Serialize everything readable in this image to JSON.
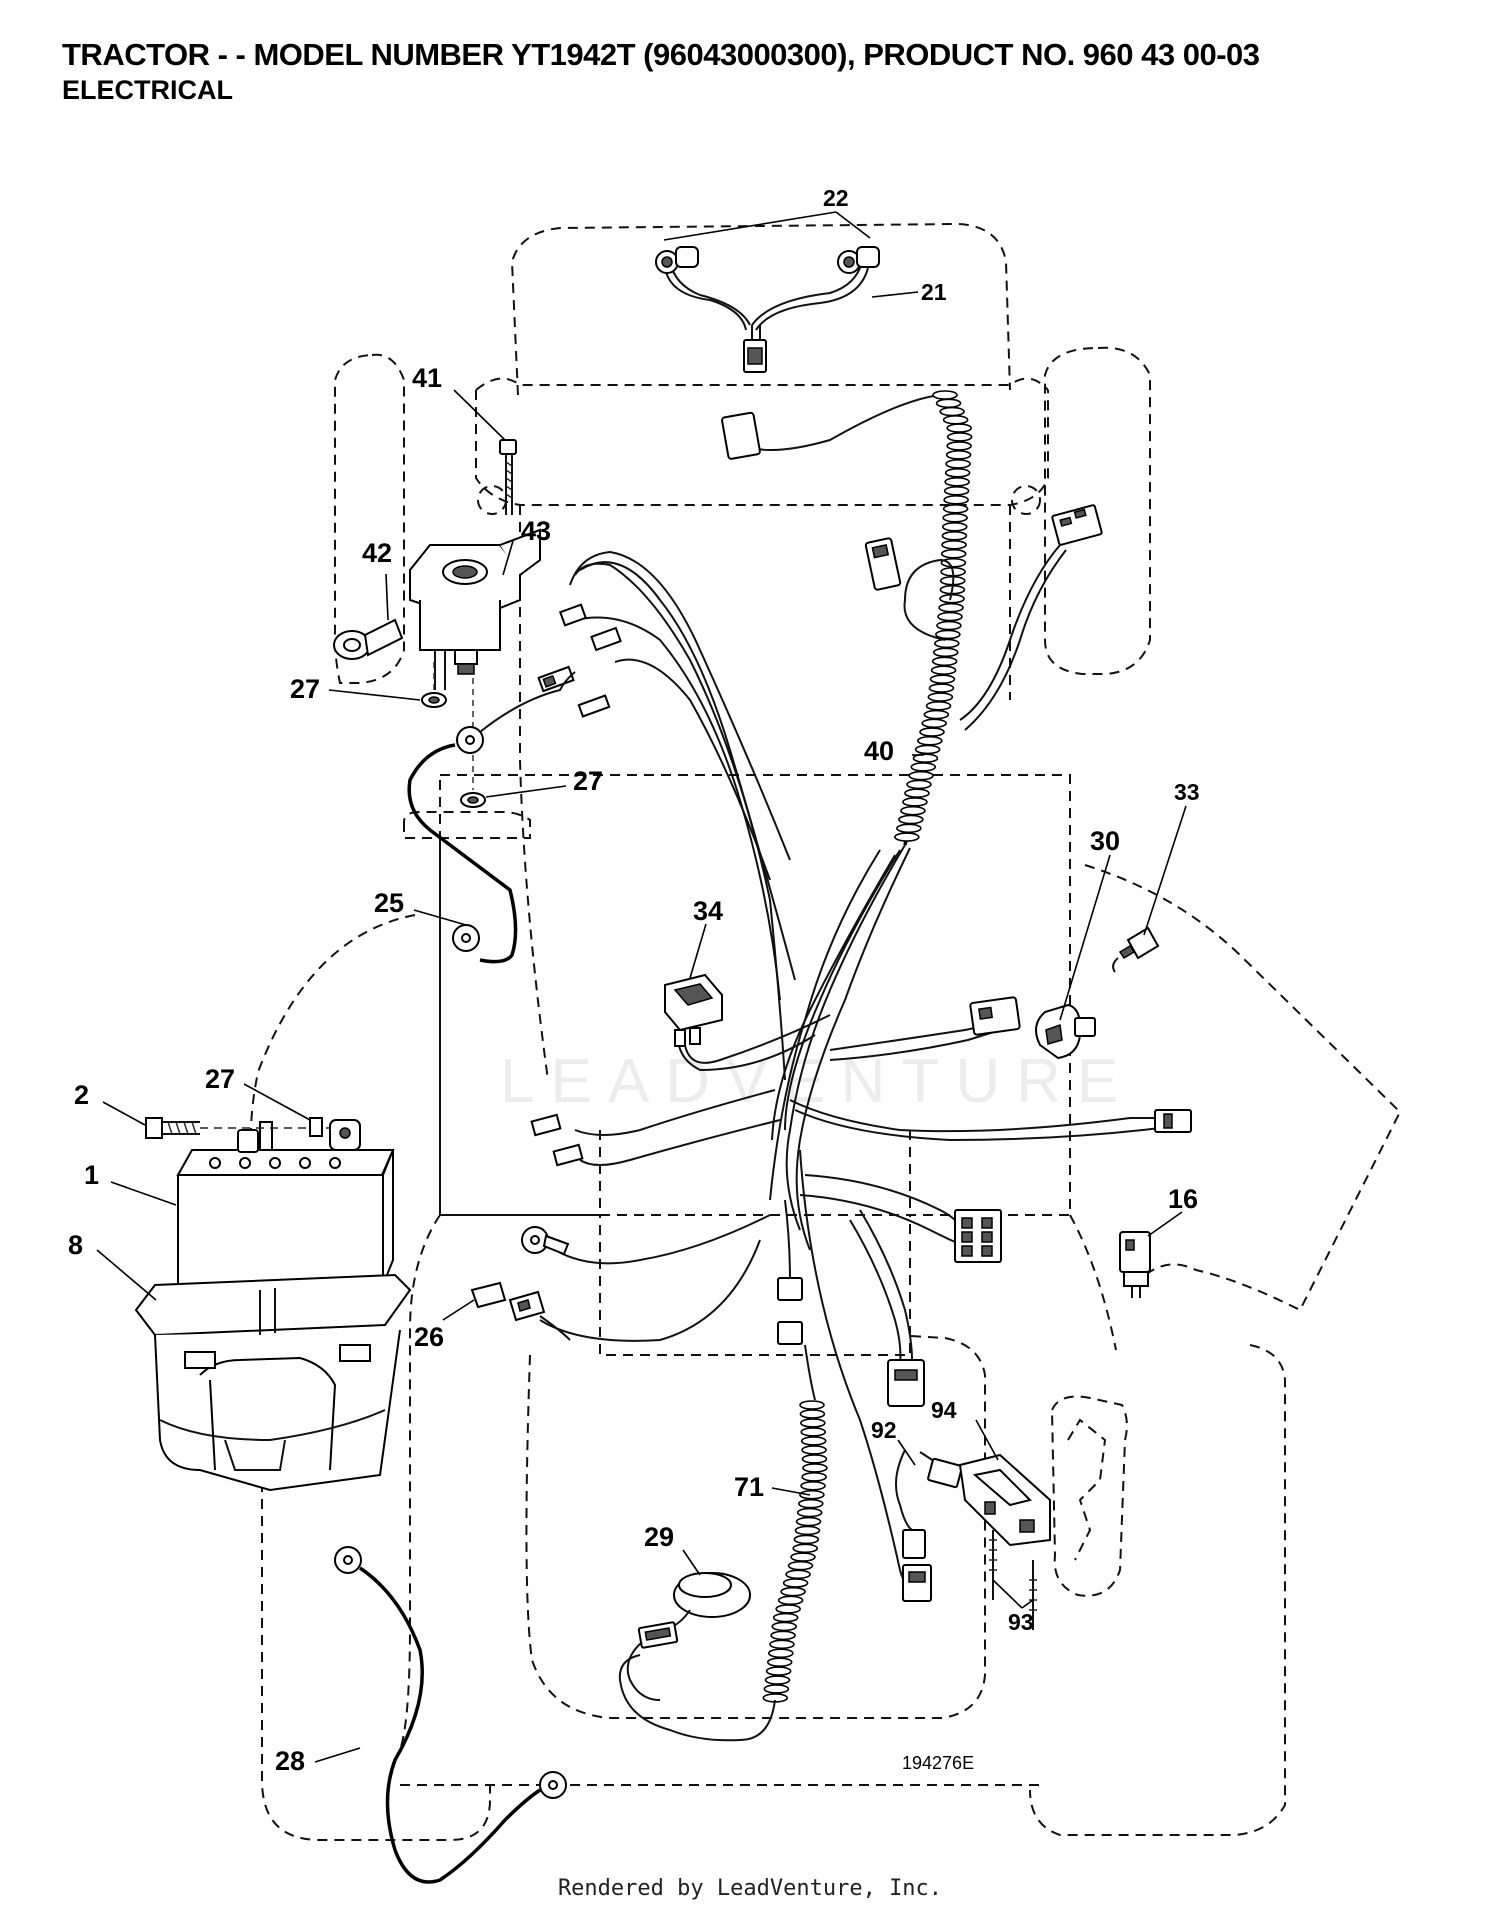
{
  "header": {
    "title": "TRACTOR - - MODEL NUMBER YT1942T (96043000300), PRODUCT NO. 960 43 00-03",
    "subtitle": "ELECTRICAL"
  },
  "diagram": {
    "callouts": [
      "22",
      "21",
      "41",
      "43",
      "42",
      "27",
      "27",
      "40",
      "33",
      "30",
      "25",
      "34",
      "2",
      "27",
      "1",
      "16",
      "8",
      "26",
      "92",
      "94",
      "71",
      "29",
      "93",
      "28"
    ],
    "drawing_number": "194276E",
    "watermark": "LEADVENTURE"
  },
  "footer": {
    "text": "Rendered by LeadVenture, Inc."
  }
}
